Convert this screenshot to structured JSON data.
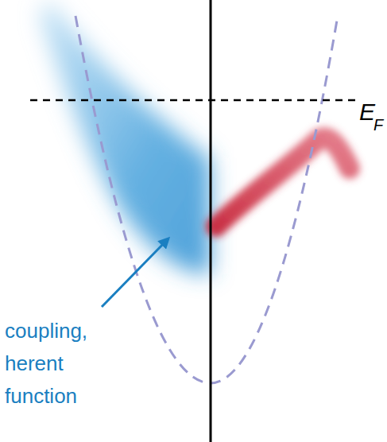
{
  "diagram": {
    "labels": [
      "E",
      "F",
      "coupling, herent function"
    ]
  }
}
